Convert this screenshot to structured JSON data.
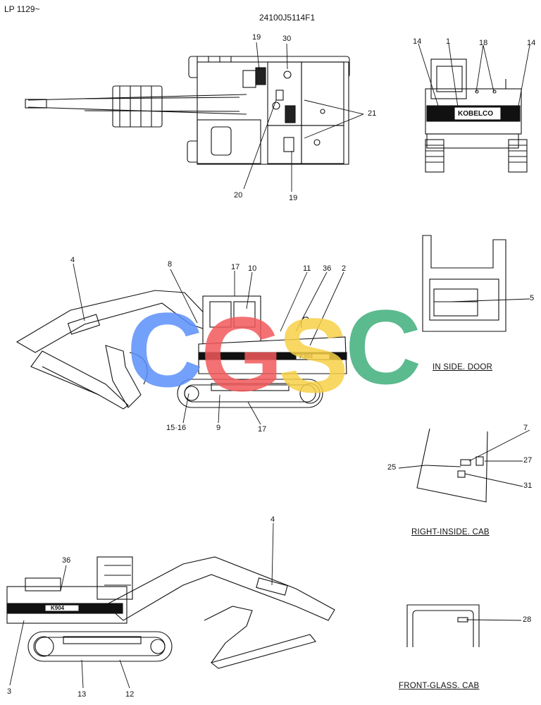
{
  "header": {
    "page_code": "LP 1129~",
    "drawing_number": "24100J5114F1"
  },
  "views": {
    "inside_door": "IN SIDE. DOOR",
    "right_inside_cab": "RIGHT-INSIDE. CAB",
    "front_glass_cab": "FRONT-GLASS. CAB"
  },
  "decals": {
    "kobelco": "KOBELCO",
    "model": "K904"
  },
  "watermark": "CGSC",
  "colors": {
    "watermark_blue": "#5b8ff9",
    "watermark_red": "#f2585a",
    "watermark_yellow": "#f7d046",
    "watermark_green": "#3fae7b"
  },
  "callouts": {
    "top_view": [
      "19",
      "30",
      "21",
      "20",
      "19"
    ],
    "rear_view": [
      "14",
      "1",
      "18",
      "14"
    ],
    "side_view": [
      "4",
      "8",
      "17",
      "10",
      "11",
      "36",
      "2",
      "15·16",
      "9",
      "17"
    ],
    "inside_door": [
      "5"
    ],
    "right_inside_cab": [
      "7",
      "25",
      "27",
      "31"
    ],
    "lower_view": [
      "4",
      "36",
      "3",
      "13",
      "12"
    ],
    "front_glass": [
      "28"
    ]
  }
}
